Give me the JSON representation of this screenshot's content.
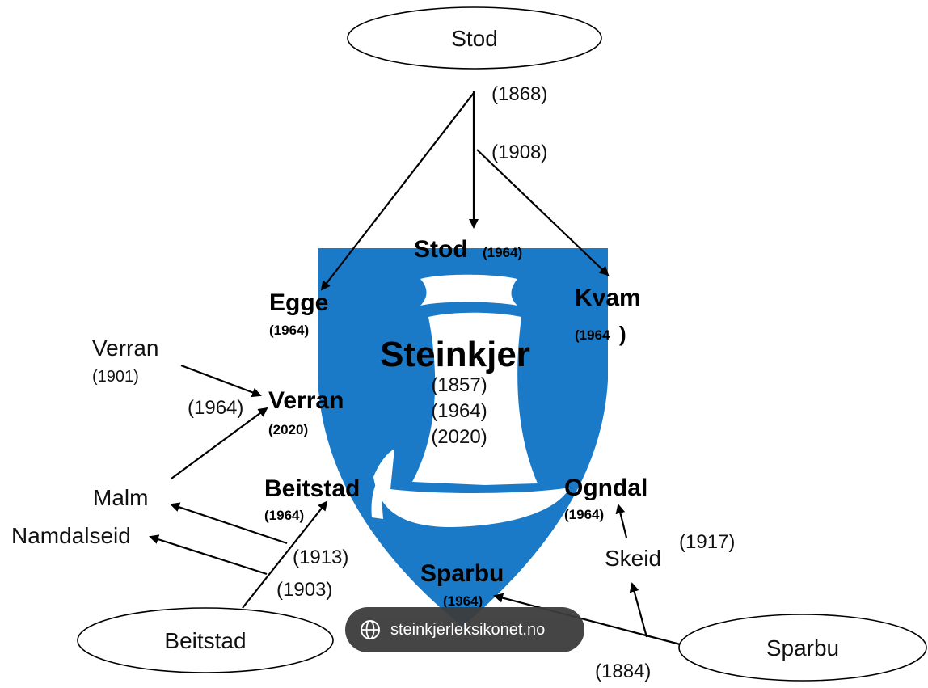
{
  "colors": {
    "shield": "#1a7ac8",
    "ship": "#ffffff",
    "badge_bg": "#3c3c3c"
  },
  "nodes": {
    "stod_top": "Stod",
    "beitstad_bottom": "Beitstad",
    "sparbu_bottom": "Sparbu",
    "verran_left": "Verran",
    "verran_left_year": "(1901)",
    "malm": "Malm",
    "namdalseid": "Namdalseid",
    "skeid": "Skeid"
  },
  "shield_labels": {
    "stod": "Stod",
    "stod_year": "(1964)",
    "egge": "Egge",
    "egge_year": "(1964)",
    "kvam": "Kvam",
    "kvam_year": "(1964",
    "kvam_paren": ")",
    "verran": "Verran",
    "verran_year": "(2020)",
    "beitstad": "Beitstad",
    "beitstad_year": "(1964)",
    "ogndal": "Ogndal",
    "ogndal_year": "(1964)",
    "sparbu": "Sparbu",
    "sparbu_year": "(1964)",
    "steinkjer": "Steinkjer",
    "steinkjer_years": [
      "(1857)",
      "(1964)",
      "(2020)"
    ]
  },
  "edge_years": {
    "y1868": "(1868)",
    "y1908": "(1908)",
    "y1964_verran": "(1964)",
    "y1913": "(1913)",
    "y1903": "(1903)",
    "y1917": "(1917)",
    "y1884": "(1884)"
  },
  "badge": {
    "icon": "globe-icon",
    "text": "steinkjerleksikonet.no"
  }
}
